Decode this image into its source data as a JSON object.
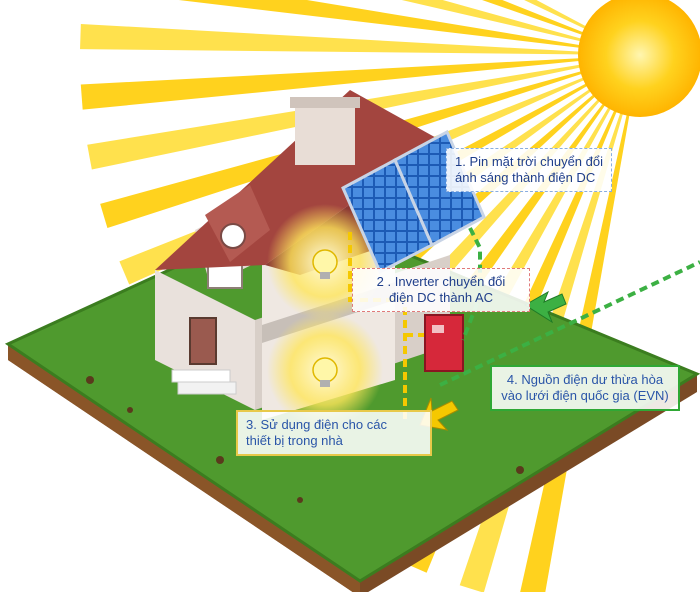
{
  "steps": [
    {
      "line1": "1. Pin mặt trời chuyển đổi",
      "line2": "ánh sáng thành điện DC"
    },
    {
      "line1": "2 . Inverter chuyển đổi",
      "line2": "điện DC thành AC"
    },
    {
      "line1": "3. Sử dụng điện cho các",
      "line2": "thiết bị trong nhà"
    },
    {
      "line1": "4. Nguồn điện dư thừa hòa",
      "line2": "vào lưới điện quốc gia (EVN)"
    }
  ],
  "colors": {
    "sun": "#ffd21e",
    "roof": "#a3453f",
    "grass": "#4f9a2e",
    "soil": "#7a4a25",
    "panel": "#1d5bb5",
    "inverter": "#d6283a",
    "dc_wire": "#f5c800",
    "grid_wire": "#3cb043",
    "text": "#1f3e8a"
  },
  "icons": [
    "sun-icon",
    "solar-panel-icon",
    "light-bulb-icon",
    "inverter-icon",
    "grid-arrow-icon",
    "arrow-icon"
  ]
}
